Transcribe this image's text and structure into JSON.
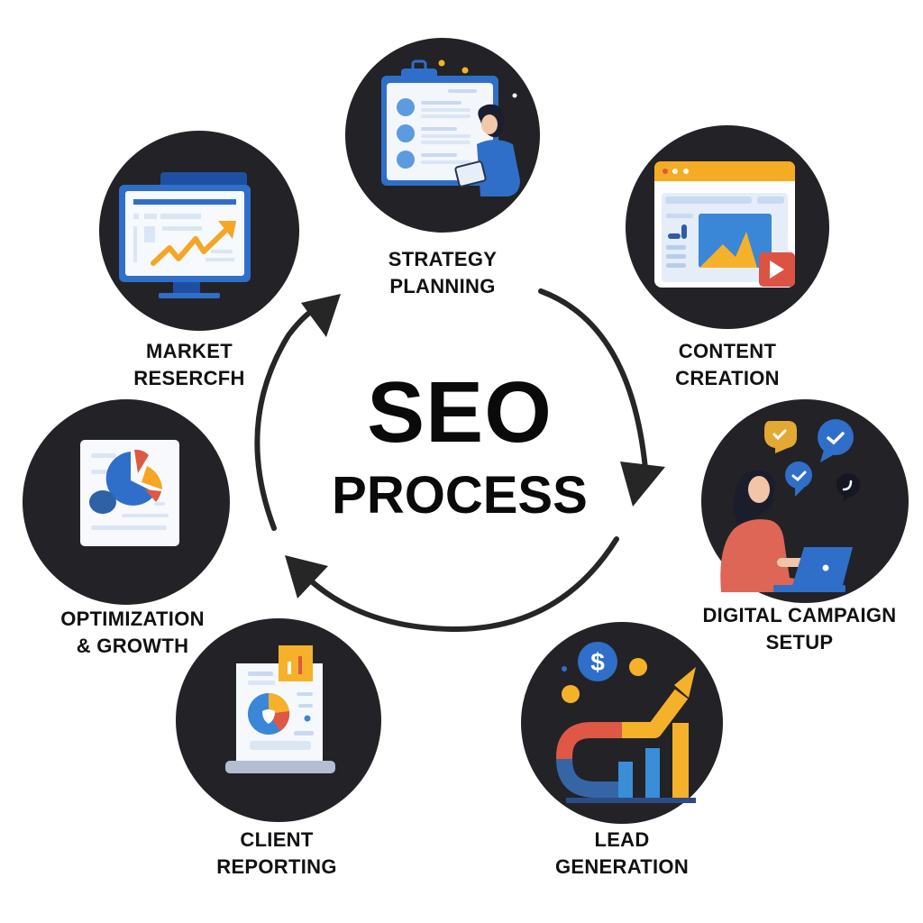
{
  "title": {
    "main": "SEO",
    "sub": "PROCESS"
  },
  "steps": [
    {
      "id": "strategy-planning",
      "line1": "STRATEGY",
      "line2": "PLANNING",
      "icon": "clipboard-person-icon"
    },
    {
      "id": "content-creation",
      "line1": "CONTENT",
      "line2": "CREATION",
      "icon": "browser-media-icon"
    },
    {
      "id": "digital-campaign-setup",
      "line1": "DIGITAL CAMPAIGN",
      "line2": "SETUP",
      "icon": "person-laptop-chat-icon"
    },
    {
      "id": "lead-generation",
      "line1": "LEAD",
      "line2": "GENERATION",
      "icon": "magnet-growth-chart-icon"
    },
    {
      "id": "client-reporting",
      "line1": "CLIENT",
      "line2": "REPORTING",
      "icon": "report-pie-chart-icon"
    },
    {
      "id": "optimization-growth",
      "line1": "OPTIMIZATION",
      "line2": "& GROWTH",
      "icon": "document-pie-chart-icon"
    },
    {
      "id": "market-research",
      "line1": "MARKET",
      "line2": "RESERCFH",
      "icon": "monitor-trend-icon"
    }
  ],
  "colors": {
    "circle": "#232226",
    "blue": "#2f6fc9",
    "dark_blue": "#1f4fa3",
    "yellow": "#f6b12a",
    "red": "#de5845",
    "light": "#f3f6fb",
    "text": "#111111"
  }
}
